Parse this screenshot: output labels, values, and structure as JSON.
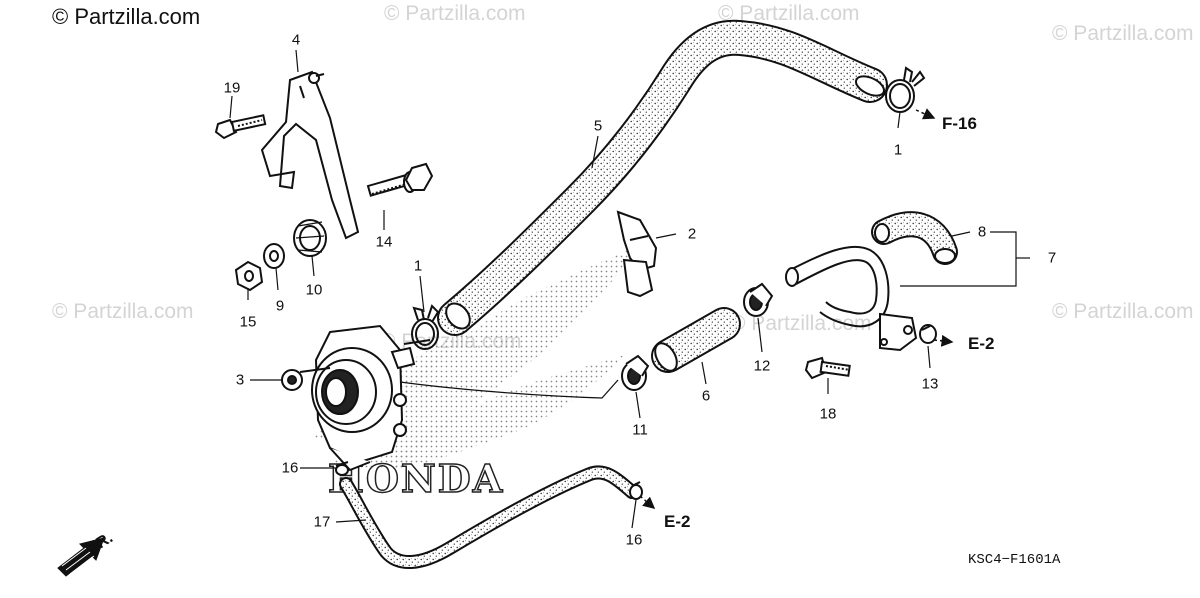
{
  "watermarks": {
    "main": "© Partzilla.com",
    "faint": "© Partzilla.com"
  },
  "callouts": {
    "p1a": "1",
    "p1b": "1",
    "p2": "2",
    "p3": "3",
    "p4": "4",
    "p5": "5",
    "p6": "6",
    "p7": "7",
    "p8": "8",
    "p9": "9",
    "p10": "10",
    "p11": "11",
    "p12": "12",
    "p13": "13",
    "p14": "14",
    "p15": "15",
    "p16a": "16",
    "p16b": "16",
    "p17": "17",
    "p18": "18",
    "p19": "19"
  },
  "references": {
    "f16": "F-16",
    "e2a": "E-2",
    "e2b": "E-2"
  },
  "front_marker": "FR.",
  "brand": "HONDA",
  "diagram_code": "KSC4−F1601A"
}
